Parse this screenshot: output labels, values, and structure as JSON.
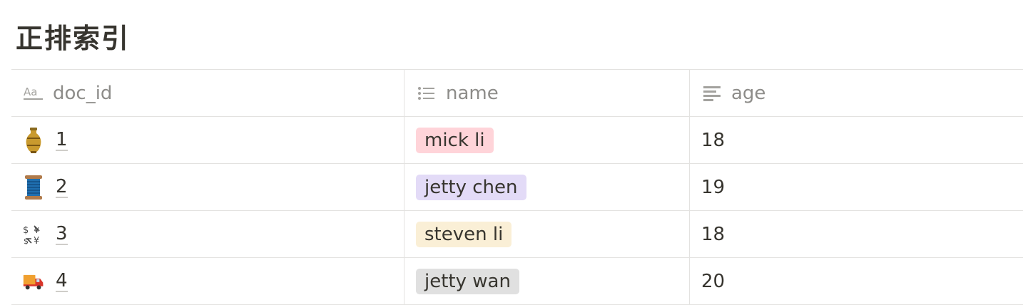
{
  "page": {
    "title": "正排索引"
  },
  "table": {
    "columns": [
      {
        "label": "doc_id",
        "icon": "title-aa-icon"
      },
      {
        "label": "name",
        "icon": "list-icon"
      },
      {
        "label": "age",
        "icon": "text-lines-icon"
      }
    ],
    "rows": [
      {
        "icon": "amphora-icon",
        "doc_id": "1",
        "name": "mick li",
        "name_color": "#ffd4d9",
        "age": "18"
      },
      {
        "icon": "thread-spool-icon",
        "doc_id": "2",
        "name": "jetty chen",
        "name_color": "#e3dbf7",
        "age": "19"
      },
      {
        "icon": "currency-exchange-icon",
        "doc_id": "3",
        "name": "steven li",
        "name_color": "#faefd6",
        "age": "18"
      },
      {
        "icon": "delivery-truck-icon",
        "doc_id": "4",
        "name": "jetty wan",
        "name_color": "#e0e0e0",
        "age": "20"
      }
    ]
  }
}
